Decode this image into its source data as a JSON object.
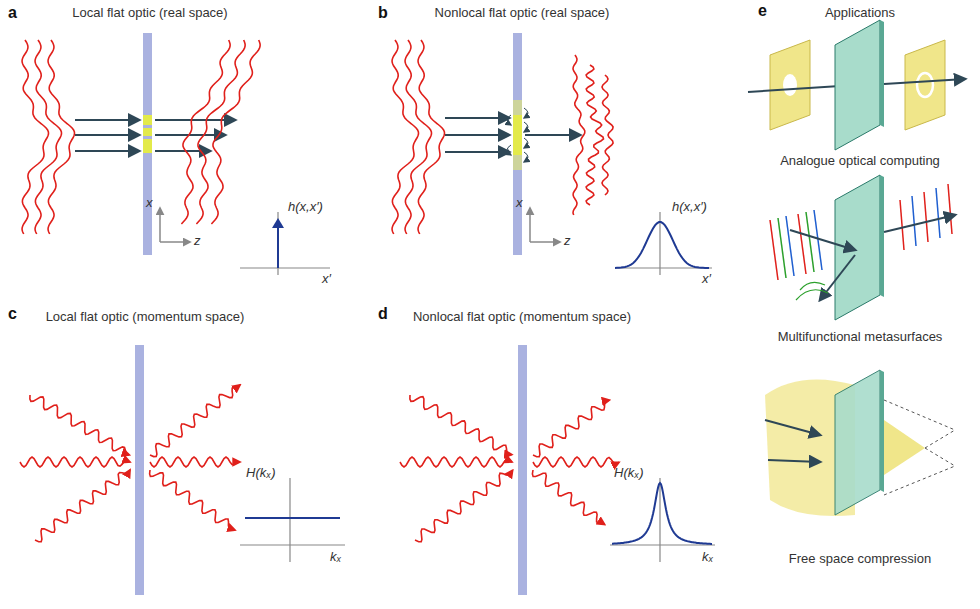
{
  "diagram": {
    "labels": [
      "a",
      "Local flat optic (real space)",
      "x",
      "z",
      "h(x,x′)",
      "x′",
      "b",
      "Nonlocal flat optic (real space)",
      "x",
      "z",
      "h(x,x′)",
      "x′",
      "c",
      "Local flat optic (momentum space)",
      "H(kₓ)",
      "kₓ",
      "d",
      "Nonlocal flat optic (momentum space)",
      "H(kₓ)",
      "kₓ",
      "e",
      "Applications",
      "Analogue optical computing",
      "Multifunctional metasurfaces",
      "Free space compression"
    ]
  }
}
